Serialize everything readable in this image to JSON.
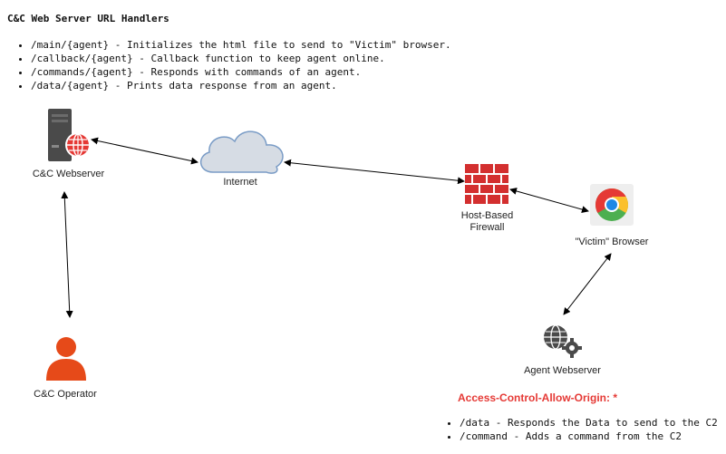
{
  "title": "C&C Web Server URL Handlers",
  "handlers": [
    "/main/{agent} - Initializes the html file to send to \"Victim\" browser.",
    "/callback/{agent} - Callback function to keep agent online.",
    "/commands/{agent} - Responds with commands of an agent.",
    "/data/{agent} - Prints data response from an agent."
  ],
  "nodes": {
    "cc_webserver": "C&C Webserver",
    "internet": "Internet",
    "firewall_line1": "Host-Based",
    "firewall_line2": "Firewall",
    "victim_browser": "\"Victim\" Browser",
    "cc_operator": "C&C Operator",
    "agent_webserver": "Agent Webserver"
  },
  "cors_header": "Access-Control-Allow-Origin: *",
  "endpoints": [
    "/data - Responds the Data to send to the C2",
    "/command - Adds a command from the C2"
  ],
  "colors": {
    "accent_red": "#e53935",
    "server_dark": "#4a4a4a",
    "cloud_fill": "#d6dce4",
    "cloud_stroke": "#7a9cc6"
  }
}
